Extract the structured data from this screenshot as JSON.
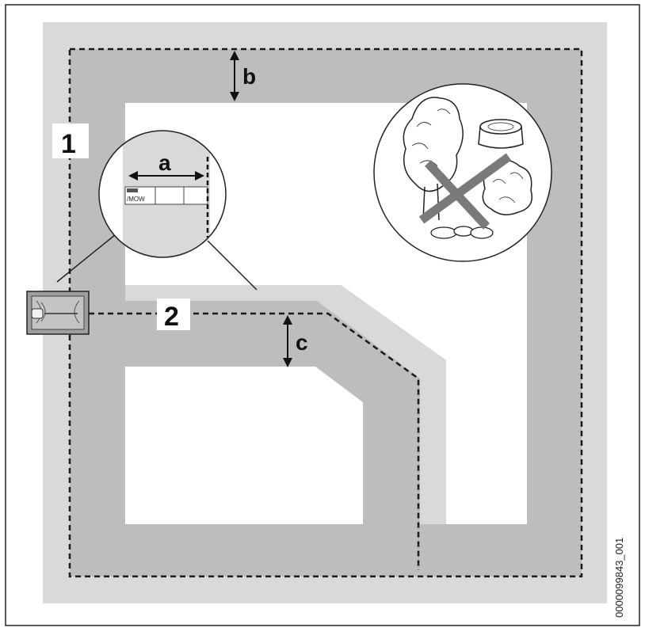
{
  "labels": {
    "perimeter_wire": "1",
    "guide_wire": "2",
    "a": "a",
    "b": "b",
    "c": "c"
  },
  "docking_label": "/MOW",
  "reference_code": "0000099843_001",
  "icons": [
    "lawn-mower-docking-station-icon",
    "tree-icon",
    "tree-stump-icon",
    "bush-icon",
    "stones-icon",
    "prohibited-cross-icon"
  ],
  "colors": {
    "outer_zone": "#d9d9d9",
    "wire_corridor": "#bdbdbd",
    "lawn": "#ffffff",
    "line": "#1a1a1a",
    "cross": "#7a7a7a"
  }
}
